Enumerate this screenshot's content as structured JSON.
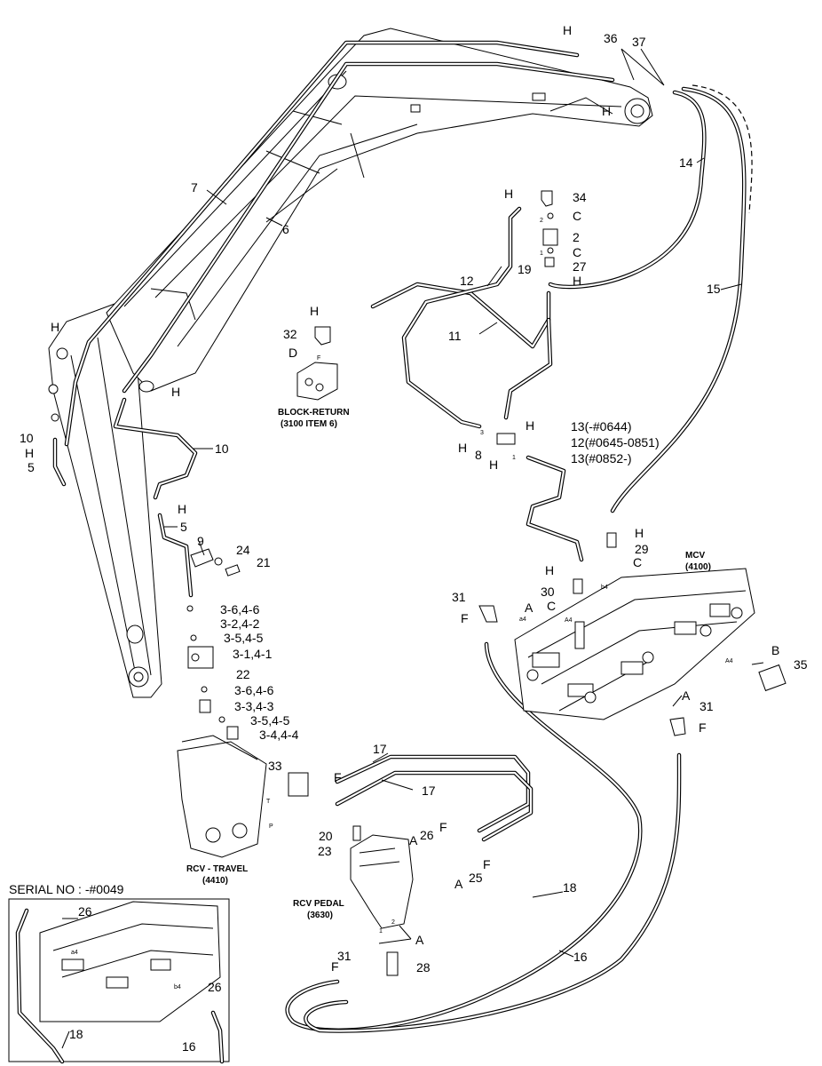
{
  "labels": {
    "H_top": "H",
    "n36": "36",
    "n37": "37",
    "H_top2": "H",
    "n14": "14",
    "n7": "7",
    "n6": "6",
    "H_34": "H",
    "n34": "34",
    "C_1": "C",
    "n2": "2",
    "C_2": "C",
    "n27": "27",
    "n19": "19",
    "H_27": "H",
    "n12": "12",
    "n11": "11",
    "n15": "15",
    "H_32": "H",
    "n32": "32",
    "D": "D",
    "H_boom1": "H",
    "H_boom2": "H",
    "n10a": "10",
    "H_10": "H",
    "n5a": "5",
    "n10b": "10",
    "H_8a": "H",
    "H_8b": "H",
    "n8": "8",
    "H_8c": "H",
    "n13a": "13(-#0644)",
    "n12b": "12(#0645-0851)",
    "n13b": "13(#0852-)",
    "H_5": "H",
    "n5b": "5",
    "n9": "9",
    "n24": "24",
    "n21": "21",
    "H_29": "H",
    "n29": "29",
    "C_29": "C",
    "H_30": "H",
    "n30": "30",
    "C_30": "C",
    "n31a": "31",
    "A_1": "A",
    "F_1": "F",
    "n3_6a": "3-6,4-6",
    "n3_2": "3-2,4-2",
    "n3_5a": "3-5,4-5",
    "n3_1": "3-1,4-1",
    "n22": "22",
    "n3_6b": "3-6,4-6",
    "n3_3": "3-3,4-3",
    "n3_5b": "3-5,4-5",
    "n3_4": "3-4,4-4",
    "B": "B",
    "n35": "35",
    "A_2": "A",
    "n31b": "31",
    "F_2": "F",
    "n17a": "17",
    "n33": "33",
    "F_33": "F",
    "n17b": "17",
    "n20": "20",
    "n26a": "26",
    "F_26": "F",
    "A_26": "A",
    "n23": "23",
    "F_25": "F",
    "n25": "25",
    "A_25": "A",
    "n18": "18",
    "n16": "16",
    "A_3": "A",
    "n31c": "31",
    "F_3": "F",
    "n28": "28",
    "n26b": "26",
    "n26c": "26",
    "n18b": "18",
    "n16b": "16",
    "port_a4": "a4",
    "port_A4": "A4",
    "port_A4b": "A4",
    "port_b4": "b4",
    "port_F": "F",
    "port_1a": "1",
    "port_2a": "2",
    "port_1b": "1",
    "port_2b": "2",
    "port_3": "3",
    "port_1c": "1",
    "port_T": "T",
    "port_P": "P",
    "port_a4b": "a4",
    "port_b4b": "b4"
  },
  "captions": {
    "block_return_1": "BLOCK-RETURN",
    "block_return_2": "(3100 ITEM 6)",
    "mcv_1": "MCV",
    "mcv_2": "(4100)",
    "rcv_travel_1": "RCV - TRAVEL",
    "rcv_travel_2": "(4410)",
    "rcv_pedal_1": "RCV PEDAL",
    "rcv_pedal_2": "(3630)"
  },
  "serial_label": "SERIAL NO : -#0049"
}
